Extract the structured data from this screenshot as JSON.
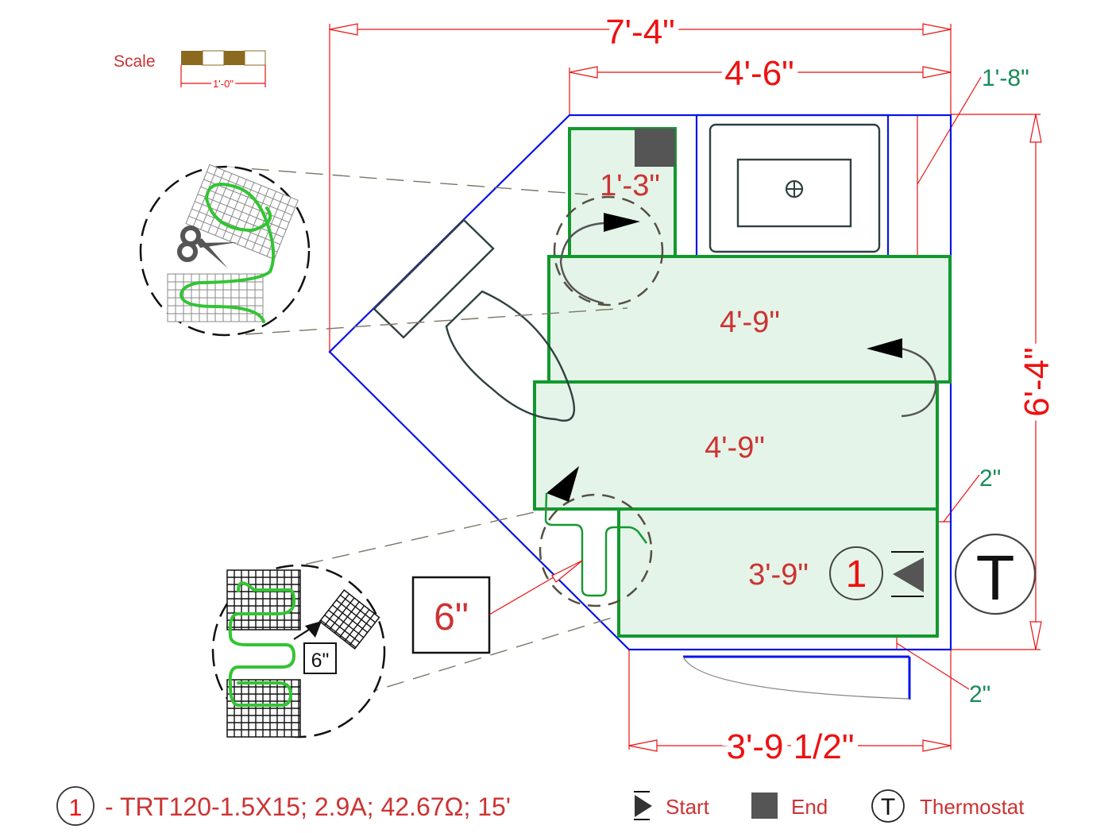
{
  "scale": {
    "label": "Scale",
    "length": "1'-0\"",
    "colors": [
      "#8b6a1f",
      "#ffffff",
      "#8b6a1f",
      "#ffffff"
    ]
  },
  "dimensions": {
    "overall_width": "7'-4\"",
    "vanity_width": "4'-6\"",
    "right_gap": "1'-8\"",
    "overall_height": "6'-4\"",
    "bottom_width": "3'-9 1/2\"",
    "clearance_right": "2\"",
    "clearance_bottom": "2\""
  },
  "mat_sections": [
    {
      "id": "top-left",
      "label": "1'-3\""
    },
    {
      "id": "upper",
      "label": "4'-9\""
    },
    {
      "id": "middle",
      "label": "4'-9\""
    },
    {
      "id": "lower",
      "label": "3'-9\""
    }
  ],
  "markers": {
    "circuit_number": "1",
    "thermostat_letter": "T",
    "cut_gap_label": "6\"",
    "detail_gap_label": "6\""
  },
  "legend": {
    "circuit_number": "1",
    "circuit_spec": "- TRT120-1.5X15; 2.9A; 42.67Ω; 15'",
    "start_label": "Start",
    "end_label": "End",
    "thermostat_letter": "T",
    "thermostat_label": "Thermostat"
  },
  "colors": {
    "wall": "#0a14e6",
    "mat_fill": "#e4f4e8",
    "mat_stroke": "#12992e",
    "dimension": "#ee1111",
    "label": "#cc3333",
    "annotation": "#1a8a5a",
    "end_marker": "#555555"
  }
}
